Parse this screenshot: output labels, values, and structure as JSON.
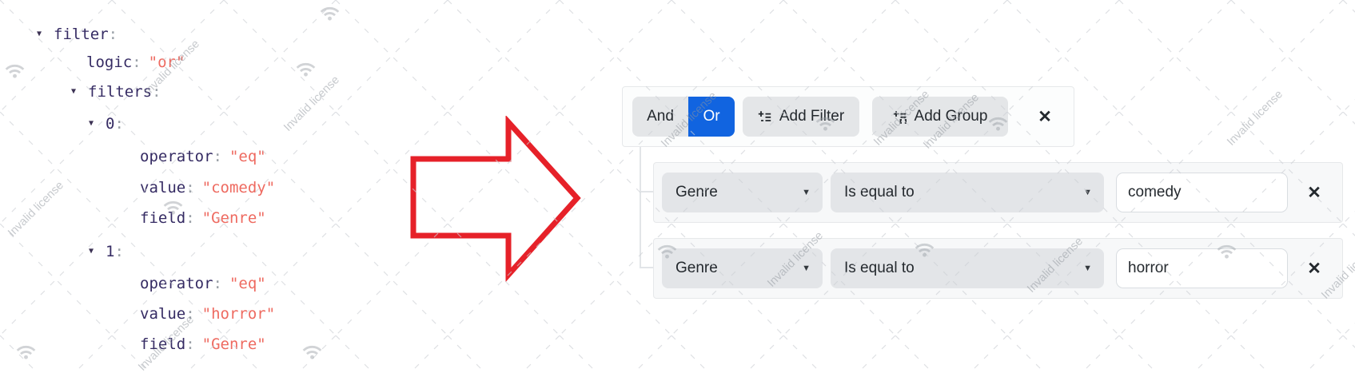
{
  "watermark": {
    "text": "Invalid license"
  },
  "tree": {
    "expander": "▼",
    "colon": ":",
    "lines": [
      {
        "key": "filter"
      },
      {
        "key": "logic",
        "value": "\"or\""
      },
      {
        "key": "filters"
      },
      {
        "key": "0"
      },
      {
        "key": "operator",
        "value": "\"eq\""
      },
      {
        "key": "value",
        "value": "\"comedy\""
      },
      {
        "key": "field",
        "value": "\"Genre\""
      },
      {
        "key": "1"
      },
      {
        "key": "operator",
        "value": "\"eq\""
      },
      {
        "key": "value",
        "value": "\"horror\""
      },
      {
        "key": "field",
        "value": "\"Genre\""
      }
    ]
  },
  "builder": {
    "logic": {
      "and_label": "And",
      "or_label": "Or",
      "selected": "Or"
    },
    "add_filter_label": "Add Filter",
    "add_group_label": "Add Group",
    "close_icon": "✕",
    "remove_icon": "✕",
    "dropdown_arrow": "▼",
    "rows": [
      {
        "field": "Genre",
        "operator": "Is equal to",
        "value": "comedy"
      },
      {
        "field": "Genre",
        "operator": "Is equal to",
        "value": "horror"
      }
    ]
  },
  "colors": {
    "primary_blue": "#1164e0",
    "arrow_red": "#e62129",
    "tree_key": "#352b63",
    "tree_value": "#ee6a60"
  }
}
